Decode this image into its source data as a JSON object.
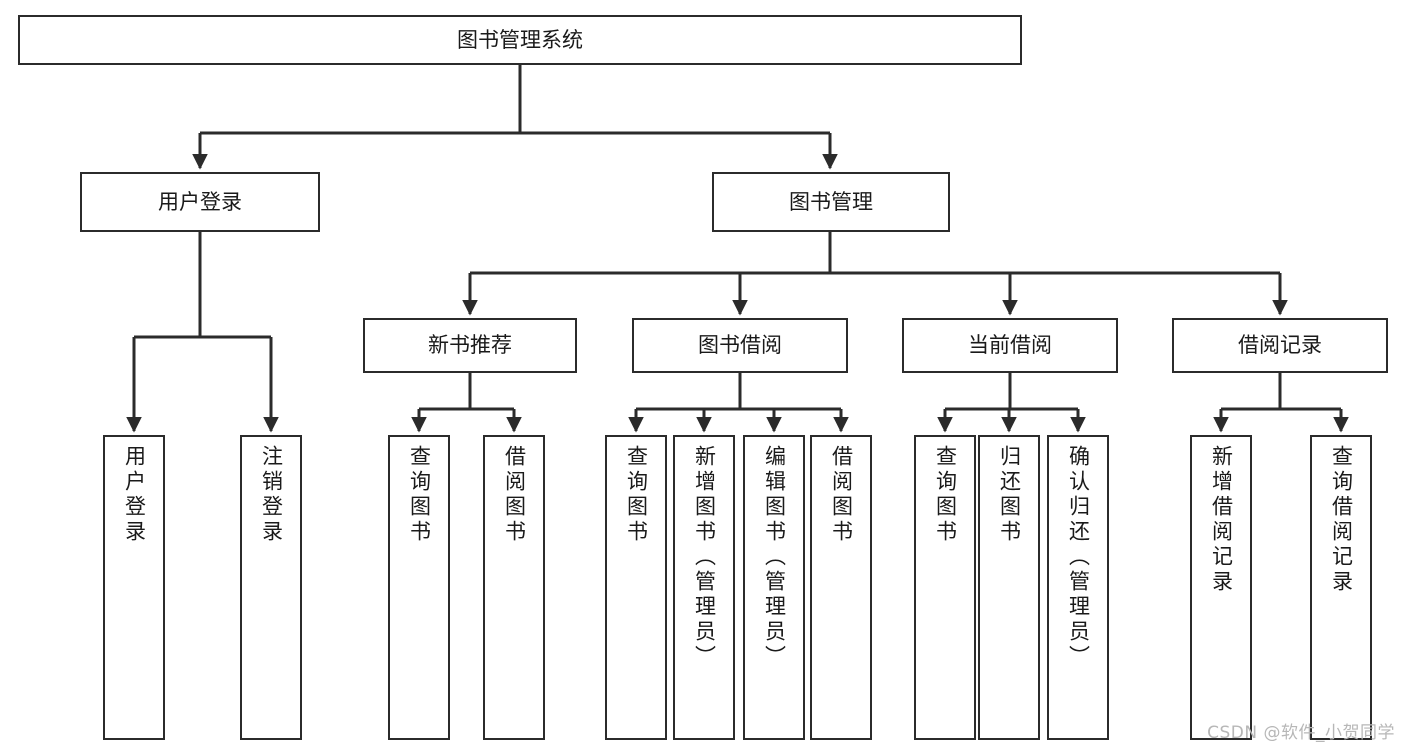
{
  "diagram": {
    "title": "图书管理系统",
    "type": "hierarchy-tree",
    "watermark": "CSDN @软件_小贺同学",
    "colors": {
      "border": "#2b2b2b",
      "text": "#1a1a1a",
      "background": "#ffffff",
      "watermark": "#b7b7b7"
    },
    "nodes": {
      "root": {
        "label": "图书管理系统"
      },
      "level2": [
        {
          "label": "用户登录"
        },
        {
          "label": "图书管理"
        }
      ],
      "level3": [
        {
          "label": "新书推荐"
        },
        {
          "label": "图书借阅"
        },
        {
          "label": "当前借阅"
        },
        {
          "label": "借阅记录"
        }
      ],
      "leaves": {
        "user_login": [
          {
            "label": "用户登录"
          },
          {
            "label": "注销登录"
          }
        ],
        "new_book_recommend": [
          {
            "label": "查询图书"
          },
          {
            "label": "借阅图书"
          }
        ],
        "book_borrow": [
          {
            "label": "查询图书"
          },
          {
            "label": "新增图书（管理员）"
          },
          {
            "label": "编辑图书（管理员）"
          },
          {
            "label": "借阅图书"
          }
        ],
        "current_borrow": [
          {
            "label": "查询图书"
          },
          {
            "label": "归还图书"
          },
          {
            "label": "确认归还（管理员）"
          }
        ],
        "borrow_record": [
          {
            "label": "新增借阅记录"
          },
          {
            "label": "查询借阅记录"
          }
        ]
      }
    }
  }
}
